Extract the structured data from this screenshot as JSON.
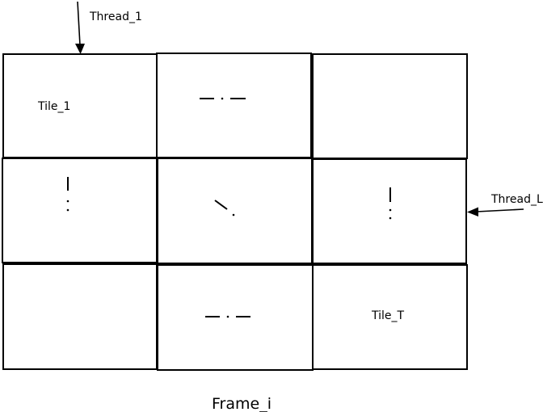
{
  "diagram": {
    "thread_first_label": "Thread_1",
    "thread_last_label": "Thread_L",
    "tile_first_label": "Tile_1",
    "tile_last_label": "Tile_T",
    "frame_label": "Frame_i",
    "grid": {
      "rows": 3,
      "columns": 3
    },
    "colors": {
      "stroke": "#000000",
      "background": "#ffffff"
    }
  }
}
